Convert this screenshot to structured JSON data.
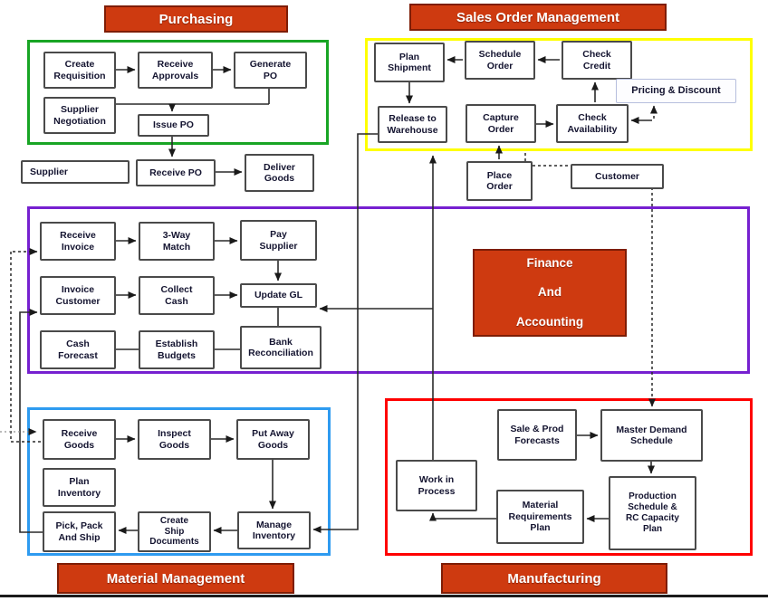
{
  "headers": {
    "purchasing": "Purchasing",
    "sales": "Sales Order Management",
    "finance": "Finance\nAnd\nAccounting",
    "material": "Material Management",
    "manufacturing": "Manufacturing"
  },
  "nodes": {
    "create_requisition": "Create\nRequisition",
    "receive_approvals": "Receive\nApprovals",
    "generate_po": "Generate\nPO",
    "supplier_negotiation": "Supplier\nNegotiation",
    "issue_po": "Issue PO",
    "supplier": "Supplier",
    "receive_po": "Receive PO",
    "deliver_goods": "Deliver\nGoods",
    "plan_shipment": "Plan\nShipment",
    "schedule_order": "Schedule\nOrder",
    "check_credit": "Check\nCredit",
    "pricing_discount": "Pricing & Discount",
    "release_warehouse": "Release to\nWarehouse",
    "capture_order": "Capture\nOrder",
    "check_availability": "Check\nAvailability",
    "place_order": "Place\nOrder",
    "customer": "Customer",
    "receive_invoice": "Receive\nInvoice",
    "three_way_match": "3-Way\nMatch",
    "pay_supplier": "Pay\nSupplier",
    "invoice_customer": "Invoice\nCustomer",
    "collect_cash": "Collect\nCash",
    "update_gl": "Update GL",
    "cash_forecast": "Cash\nForecast",
    "establish_budgets": "Establish\nBudgets",
    "bank_reconciliation": "Bank\nReconciliation",
    "receive_goods": "Receive\nGoods",
    "inspect_goods": "Inspect\nGoods",
    "put_away_goods": "Put Away\nGoods",
    "plan_inventory": "Plan\nInventory",
    "pick_pack_ship": "Pick, Pack\nAnd Ship",
    "create_ship_documents": "Create\nShip\nDocuments",
    "manage_inventory": "Manage\nInventory",
    "sale_prod_forecasts": "Sale & Prod\nForecasts",
    "master_demand_schedule": "Master Demand\nSchedule",
    "work_in_process": "Work in\nProcess",
    "material_requirements_plan": "Material\nRequirements\nPlan",
    "production_schedule": "Production\nSchedule &\nRC Capacity\nPlan"
  },
  "colors": {
    "header_bg": "#ce3a10",
    "header_border": "#7e1d05",
    "frame_green": "#18a524",
    "frame_yellow": "#ffff00",
    "frame_purple": "#7620d0",
    "frame_blue": "#2e9bf0",
    "frame_red": "#ff0000",
    "box_border": "#4a4a4a",
    "box_text": "#141430",
    "connector": "#2a2a2a"
  },
  "edges": [
    {
      "from": "create_requisition",
      "to": "receive_approvals",
      "style": "solid"
    },
    {
      "from": "receive_approvals",
      "to": "generate_po",
      "style": "solid"
    },
    {
      "from": "generate_po",
      "to": "issue_po",
      "style": "solid"
    },
    {
      "from": "supplier_negotiation",
      "to": "issue_po",
      "style": "solid"
    },
    {
      "from": "issue_po",
      "to": "receive_po",
      "style": "solid"
    },
    {
      "from": "receive_po",
      "to": "deliver_goods",
      "style": "solid"
    },
    {
      "from": "check_credit",
      "to": "schedule_order",
      "style": "solid"
    },
    {
      "from": "schedule_order",
      "to": "plan_shipment",
      "style": "solid"
    },
    {
      "from": "plan_shipment",
      "to": "release_warehouse",
      "style": "solid"
    },
    {
      "from": "capture_order",
      "to": "check_availability",
      "style": "solid"
    },
    {
      "from": "check_availability",
      "to": "check_credit",
      "style": "solid"
    },
    {
      "from": "customer_junction",
      "to": "check_availability",
      "style": "solid"
    },
    {
      "from": "customer_junction",
      "to": "pricing_discount",
      "style": "dashed"
    },
    {
      "from": "place_order",
      "to": "capture_order",
      "style": "solid"
    },
    {
      "from": "place_order",
      "to": "master_demand_schedule",
      "style": "dashed"
    },
    {
      "from": "work_in_process",
      "to": "release_warehouse",
      "style": "solid"
    },
    {
      "from": "work_in_process",
      "to": "update_gl",
      "style": "solid"
    },
    {
      "from": "release_warehouse",
      "to": "manage_inventory",
      "style": "solid"
    },
    {
      "from": "receive_invoice",
      "to": "three_way_match",
      "style": "solid"
    },
    {
      "from": "three_way_match",
      "to": "pay_supplier",
      "style": "solid"
    },
    {
      "from": "pay_supplier",
      "to": "update_gl",
      "style": "solid"
    },
    {
      "from": "invoice_customer",
      "to": "collect_cash",
      "style": "solid"
    },
    {
      "from": "collect_cash",
      "to": "update_gl",
      "style": "solid"
    },
    {
      "from": "update_gl",
      "to": "bank_reconciliation",
      "style": "plain"
    },
    {
      "from": "cash_forecast",
      "to": "establish_budgets",
      "style": "plain"
    },
    {
      "from": "establish_budgets",
      "to": "bank_reconciliation",
      "style": "plain"
    },
    {
      "from": "receive_goods",
      "to": "receive_invoice",
      "style": "dashed"
    },
    {
      "from": "pick_pack_ship",
      "to": "invoice_customer",
      "style": "solid"
    },
    {
      "from": "receive_goods",
      "to": "inspect_goods",
      "style": "solid"
    },
    {
      "from": "inspect_goods",
      "to": "put_away_goods",
      "style": "solid"
    },
    {
      "from": "put_away_goods",
      "to": "manage_inventory",
      "style": "solid"
    },
    {
      "from": "manage_inventory",
      "to": "create_ship_documents",
      "style": "solid"
    },
    {
      "from": "create_ship_documents",
      "to": "pick_pack_ship",
      "style": "solid"
    },
    {
      "from": "external_left",
      "to": "receive_goods",
      "style": "dotted"
    },
    {
      "from": "sale_prod_forecasts",
      "to": "master_demand_schedule",
      "style": "solid"
    },
    {
      "from": "master_demand_schedule",
      "to": "production_schedule",
      "style": "solid"
    },
    {
      "from": "production_schedule",
      "to": "material_requirements_plan",
      "style": "solid"
    },
    {
      "from": "material_requirements_plan",
      "to": "work_in_process",
      "style": "solid"
    }
  ]
}
